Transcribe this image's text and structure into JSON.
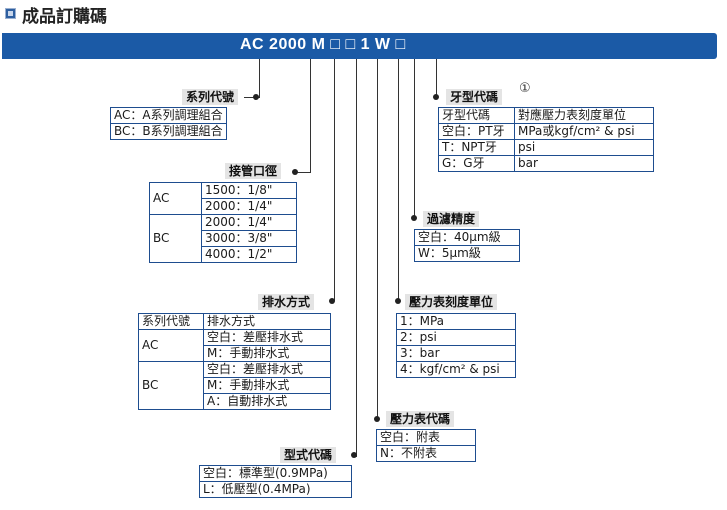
{
  "header": {
    "title": "成品訂購碼"
  },
  "model_code": "AC 2000 M □ □ 1 W □",
  "blocks": {
    "series": {
      "label": "系列代號",
      "rows": [
        "AC：A系列調理組合",
        "BC：B系列調理組合"
      ]
    },
    "port": {
      "label": "接管口徑",
      "groups": [
        {
          "name": "AC",
          "rows": [
            "1500：1/8\"",
            "2000：1/4\""
          ]
        },
        {
          "name": "BC",
          "rows": [
            "2000：1/4\"",
            "3000：3/8\"",
            "4000：1/2\""
          ]
        }
      ]
    },
    "drain": {
      "label": "排水方式",
      "head": [
        "系列代號",
        "排水方式"
      ],
      "groups": [
        {
          "name": "AC",
          "rows": [
            "空白：差壓排水式",
            "M：手動排水式"
          ]
        },
        {
          "name": "BC",
          "rows": [
            "空白：差壓排水式",
            "M：手動排水式",
            "A：自動排水式"
          ]
        }
      ]
    },
    "type": {
      "label": "型式代碼",
      "rows": [
        "空白：標準型(0.9MPa)",
        "L：低壓型(0.4MPa)"
      ]
    },
    "thread": {
      "label": "牙型代碼",
      "note": "①",
      "head": [
        "牙型代碼",
        "對應壓力表刻度單位"
      ],
      "rows": [
        [
          "空白：PT牙",
          "MPa或kgf/cm² & psi"
        ],
        [
          "T：NPT牙",
          "psi"
        ],
        [
          "G：G牙",
          "bar"
        ]
      ]
    },
    "filter": {
      "label": "過濾精度",
      "rows": [
        "空白：40μm級",
        "W：5μm級"
      ]
    },
    "gauge_unit": {
      "label": "壓力表刻度單位",
      "rows": [
        "1：MPa",
        "2：psi",
        "3：bar",
        "4：kgf/cm² & psi"
      ]
    },
    "gauge_code": {
      "label": "壓力表代碼",
      "rows": [
        "空白：附表",
        "N：不附表"
      ]
    }
  },
  "colors": {
    "bar": "#1b5aa6",
    "table_border": "#1e4d8f",
    "label_bg": "#e4e4e4"
  }
}
